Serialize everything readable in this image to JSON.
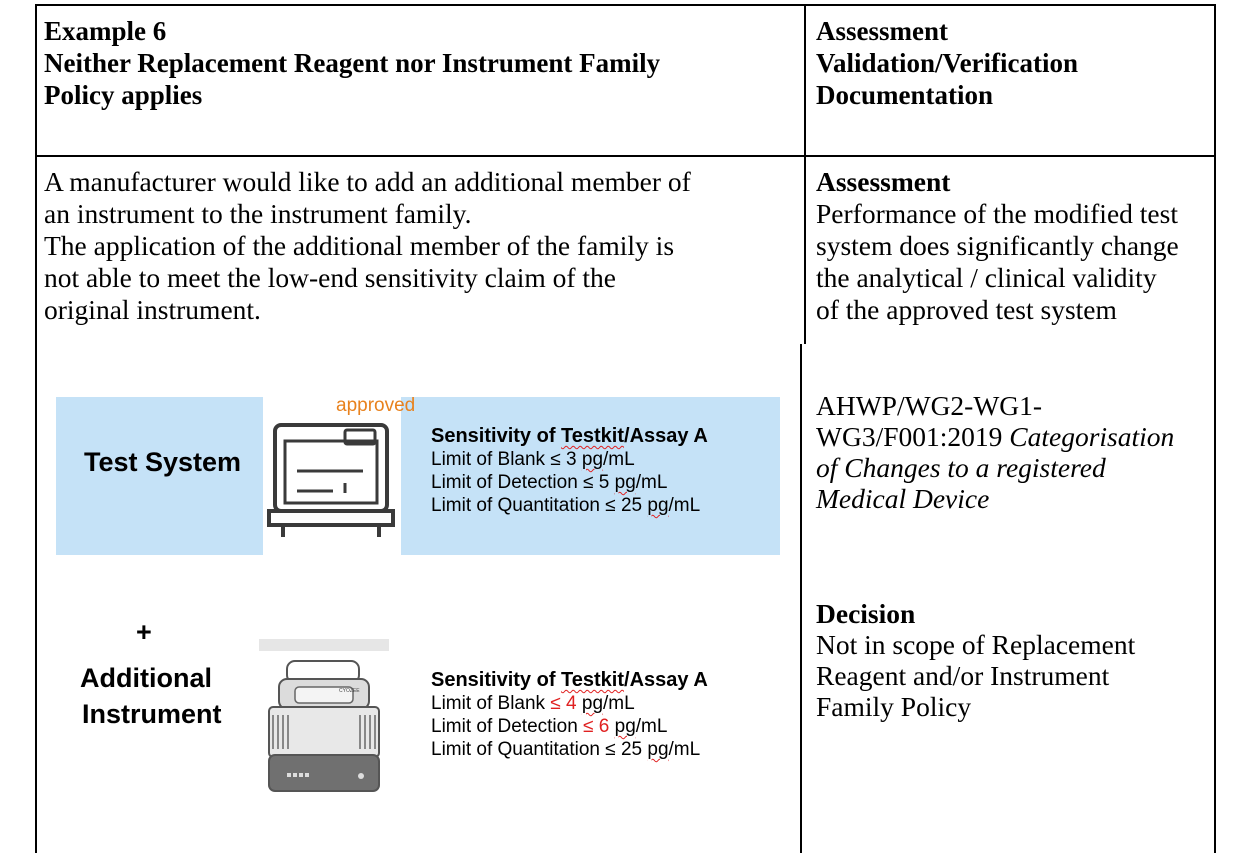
{
  "header": {
    "left_lines": [
      "Example 6",
      "Neither Replacement Reagent nor Instrument Family",
      "Policy applies"
    ],
    "right_lines": [
      "Assessment",
      "Validation/Verification",
      "Documentation"
    ]
  },
  "left_body": {
    "lines": [
      "A manufacturer would like to add an additional member of",
      "an instrument to the instrument family.",
      "The application of the additional member of the family is",
      "not able to meet the low-end sensitivity claim of the",
      "original instrument."
    ]
  },
  "figure": {
    "test_system": {
      "label": "Test System",
      "badge": "approved",
      "spec_title_prefix": "Sensitivity of ",
      "spec_title_word": "Testkit",
      "spec_title_suffix": "/Assay A",
      "blank_prefix": "Limit of Blank ≤ 3 ",
      "blank_unit": "pg",
      "blank_suffix": "/mL",
      "detection_prefix": "Limit of Detection ≤ 5 ",
      "detection_unit": "pg",
      "detection_suffix": "/mL",
      "quant_prefix": "Limit of Quantitation ≤ 25 ",
      "quant_unit": "pg",
      "quant_suffix": "/mL"
    },
    "additional": {
      "plus": "+",
      "label_line1": "Additional",
      "label_line2": "Instrument",
      "device_brand": "CYOZEE",
      "spec_title_prefix": "Sensitivity of ",
      "spec_title_word": "Testkit",
      "spec_title_suffix": "/Assay A",
      "blank_prefix": "Limit of Blank ",
      "blank_value": "≤ 4",
      "blank_unit": "pg",
      "blank_suffix": "/mL",
      "detection_prefix": "Limit of Detection ",
      "detection_value": "≤ 6",
      "detection_unit": "pg",
      "detection_suffix": "/mL",
      "quant_prefix": "Limit of Quantitation ≤ 25 ",
      "quant_unit": "pg",
      "quant_suffix": "/mL"
    }
  },
  "right_body": {
    "assessment_heading": "Assessment",
    "assessment_lines": [
      "Performance of the modified test",
      "system does significantly change",
      "the analytical / clinical validity",
      "of the approved test system"
    ],
    "reference_lines": [
      "AHWP/WG2-WG1-"
    ],
    "reference_line2_plain": "WG3/F001:2019 ",
    "reference_line2_italic": "Categorisation",
    "reference_italic_lines": [
      "of Changes to a registered",
      "Medical Device"
    ],
    "decision_heading": "Decision",
    "decision_lines": [
      "Not in scope of Replacement",
      "Reagent and/or Instrument",
      "Family Policy"
    ]
  },
  "colors": {
    "panel": "#c5e2f7",
    "badge": "#e8821e",
    "highlight": "#e02020"
  }
}
